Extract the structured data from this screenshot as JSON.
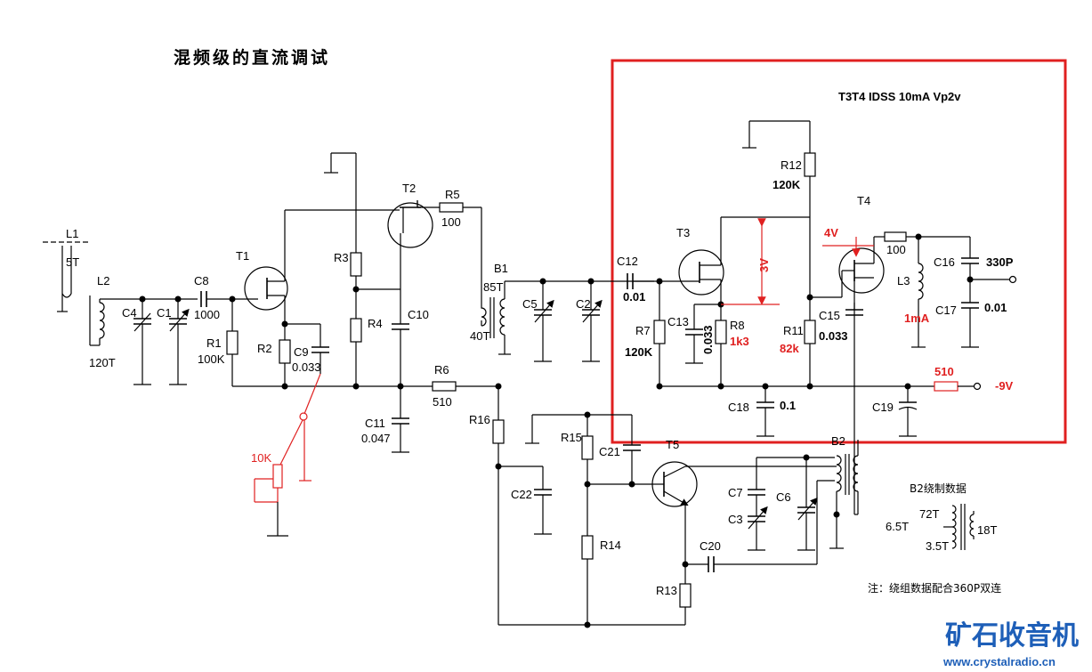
{
  "title": "混频级的直流调试",
  "spec": "T3T4  IDSS 10mA  Vp2v",
  "note": "注：绕组数据配合360P双连",
  "b2_title": "B2绕制数据",
  "watermark": {
    "logo": "矿石收音机",
    "url": "www.crystalradio.cn",
    "color": "#1e5fb8"
  },
  "highlight_color": "#e02020",
  "components": {
    "L1": "L1",
    "L1_turns": "5T",
    "L2": "L2",
    "L2_turns": "120T",
    "C4": "C4",
    "C1": "C1",
    "C8": "C8",
    "C8_val": "1000",
    "T1": "T1",
    "T2": "T2",
    "T3": "T3",
    "T4": "T4",
    "T5": "T5",
    "R1": "R1",
    "R1_val": "100K",
    "R2": "R2",
    "C9": "C9",
    "C9_val": "0.033",
    "R3": "R3",
    "R4": "R4",
    "C10": "C10",
    "C11": "C11",
    "C11_val": "0.047",
    "R5": "R5",
    "R5_val": "100",
    "R6": "R6",
    "R6_val": "510",
    "B1": "B1",
    "B1_primary": "85T",
    "B1_secondary": "40T",
    "C5": "C5",
    "C2": "C2",
    "C12": "C12",
    "C12_val": "0.01",
    "R7": "R7",
    "R7_val": "120K",
    "C13": "C13",
    "C13_val": "0.033",
    "R8": "R8",
    "R8_val": "1k3",
    "R12": "R12",
    "R12_val": "120K",
    "R11": "R11",
    "R11_val": "82k",
    "C15": "C15",
    "C15_val": "0.033",
    "R_T4": "100",
    "L3": "L3",
    "L3_current": "1mA",
    "C16": "C16",
    "C16_val": "330P",
    "C17": "C17",
    "C17_val": "0.01",
    "C18": "C18",
    "C18_val": "0.1",
    "C19": "C19",
    "R_supply": "510",
    "supply": "-9V",
    "R16": "R16",
    "C22": "C22",
    "R15": "R15",
    "R14": "R14",
    "R13": "R13",
    "C21": "C21",
    "C20": "C20",
    "C7": "C7",
    "C3": "C3",
    "C6": "C6",
    "B2": "B2",
    "pot": "10K",
    "v_drain": "3V",
    "v_t4": "4V",
    "b2_72": "72T",
    "b2_65": "6.5T",
    "b2_35": "3.5T",
    "b2_18": "18T"
  }
}
